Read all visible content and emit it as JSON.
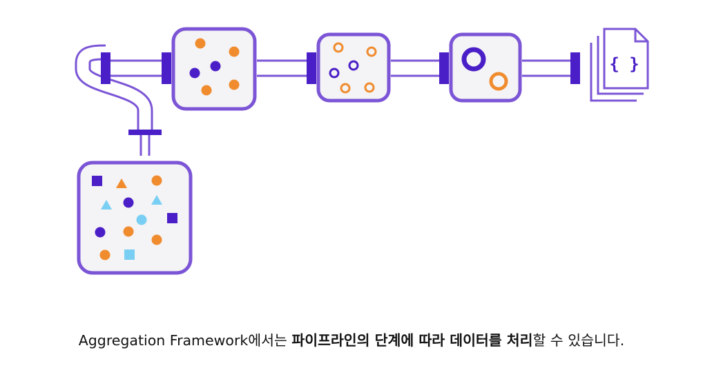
{
  "colors": {
    "outline": "#7b55d6",
    "fill": "#f4f3f5",
    "dark": "#4a1fc7",
    "orange": "#f08c2e",
    "cyan": "#78cff3"
  },
  "icons": {
    "output": "json-document-icon"
  },
  "output_doc": {
    "braces": "{ }"
  },
  "caption": {
    "prefix": "Aggregation Framework에서는 ",
    "bold1": "파이프라인의 단계에 따라 데이터를 처리",
    "suffix": "할 수 있습니다."
  }
}
